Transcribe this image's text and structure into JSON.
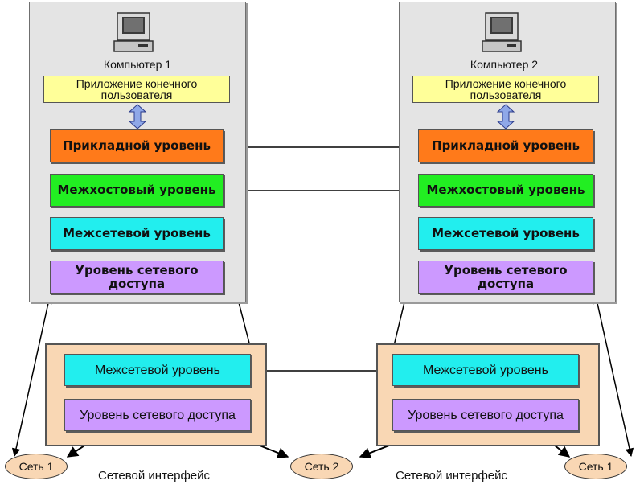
{
  "hosts": [
    {
      "name": "Компьютер 1",
      "app": "Приложение конечного пользователя",
      "layers": [
        "Прикладной уровень",
        "Межхостовый уровень",
        "Межсетевой уровень",
        "Уровень сетевого доступа"
      ]
    },
    {
      "name": "Компьютер 2",
      "app": "Приложение конечного пользователя",
      "layers": [
        "Прикладной уровень",
        "Межхостовый уровень",
        "Межсетевой уровень",
        "Уровень сетевого доступа"
      ]
    }
  ],
  "routers": [
    {
      "layers": [
        "Межсетевой уровень",
        "Уровень сетевого доступа"
      ]
    },
    {
      "layers": [
        "Межсетевой уровень",
        "Уровень сетевого доступа"
      ]
    }
  ],
  "networks": [
    "Сеть 1",
    "Сеть 2",
    "Сеть 1"
  ],
  "interface_labels": [
    "Сетевой интерфейс",
    "Сетевой интерфейс"
  ],
  "colors": {
    "application": "#ff7a1a",
    "transport": "#22ee22",
    "internet": "#22eeee",
    "network_access": "#cc99ff",
    "app_box": "#ffff99",
    "host_bg": "#e4e4e4",
    "router_bg": "#f9d7b4"
  },
  "icons": [
    "computer-icon"
  ]
}
